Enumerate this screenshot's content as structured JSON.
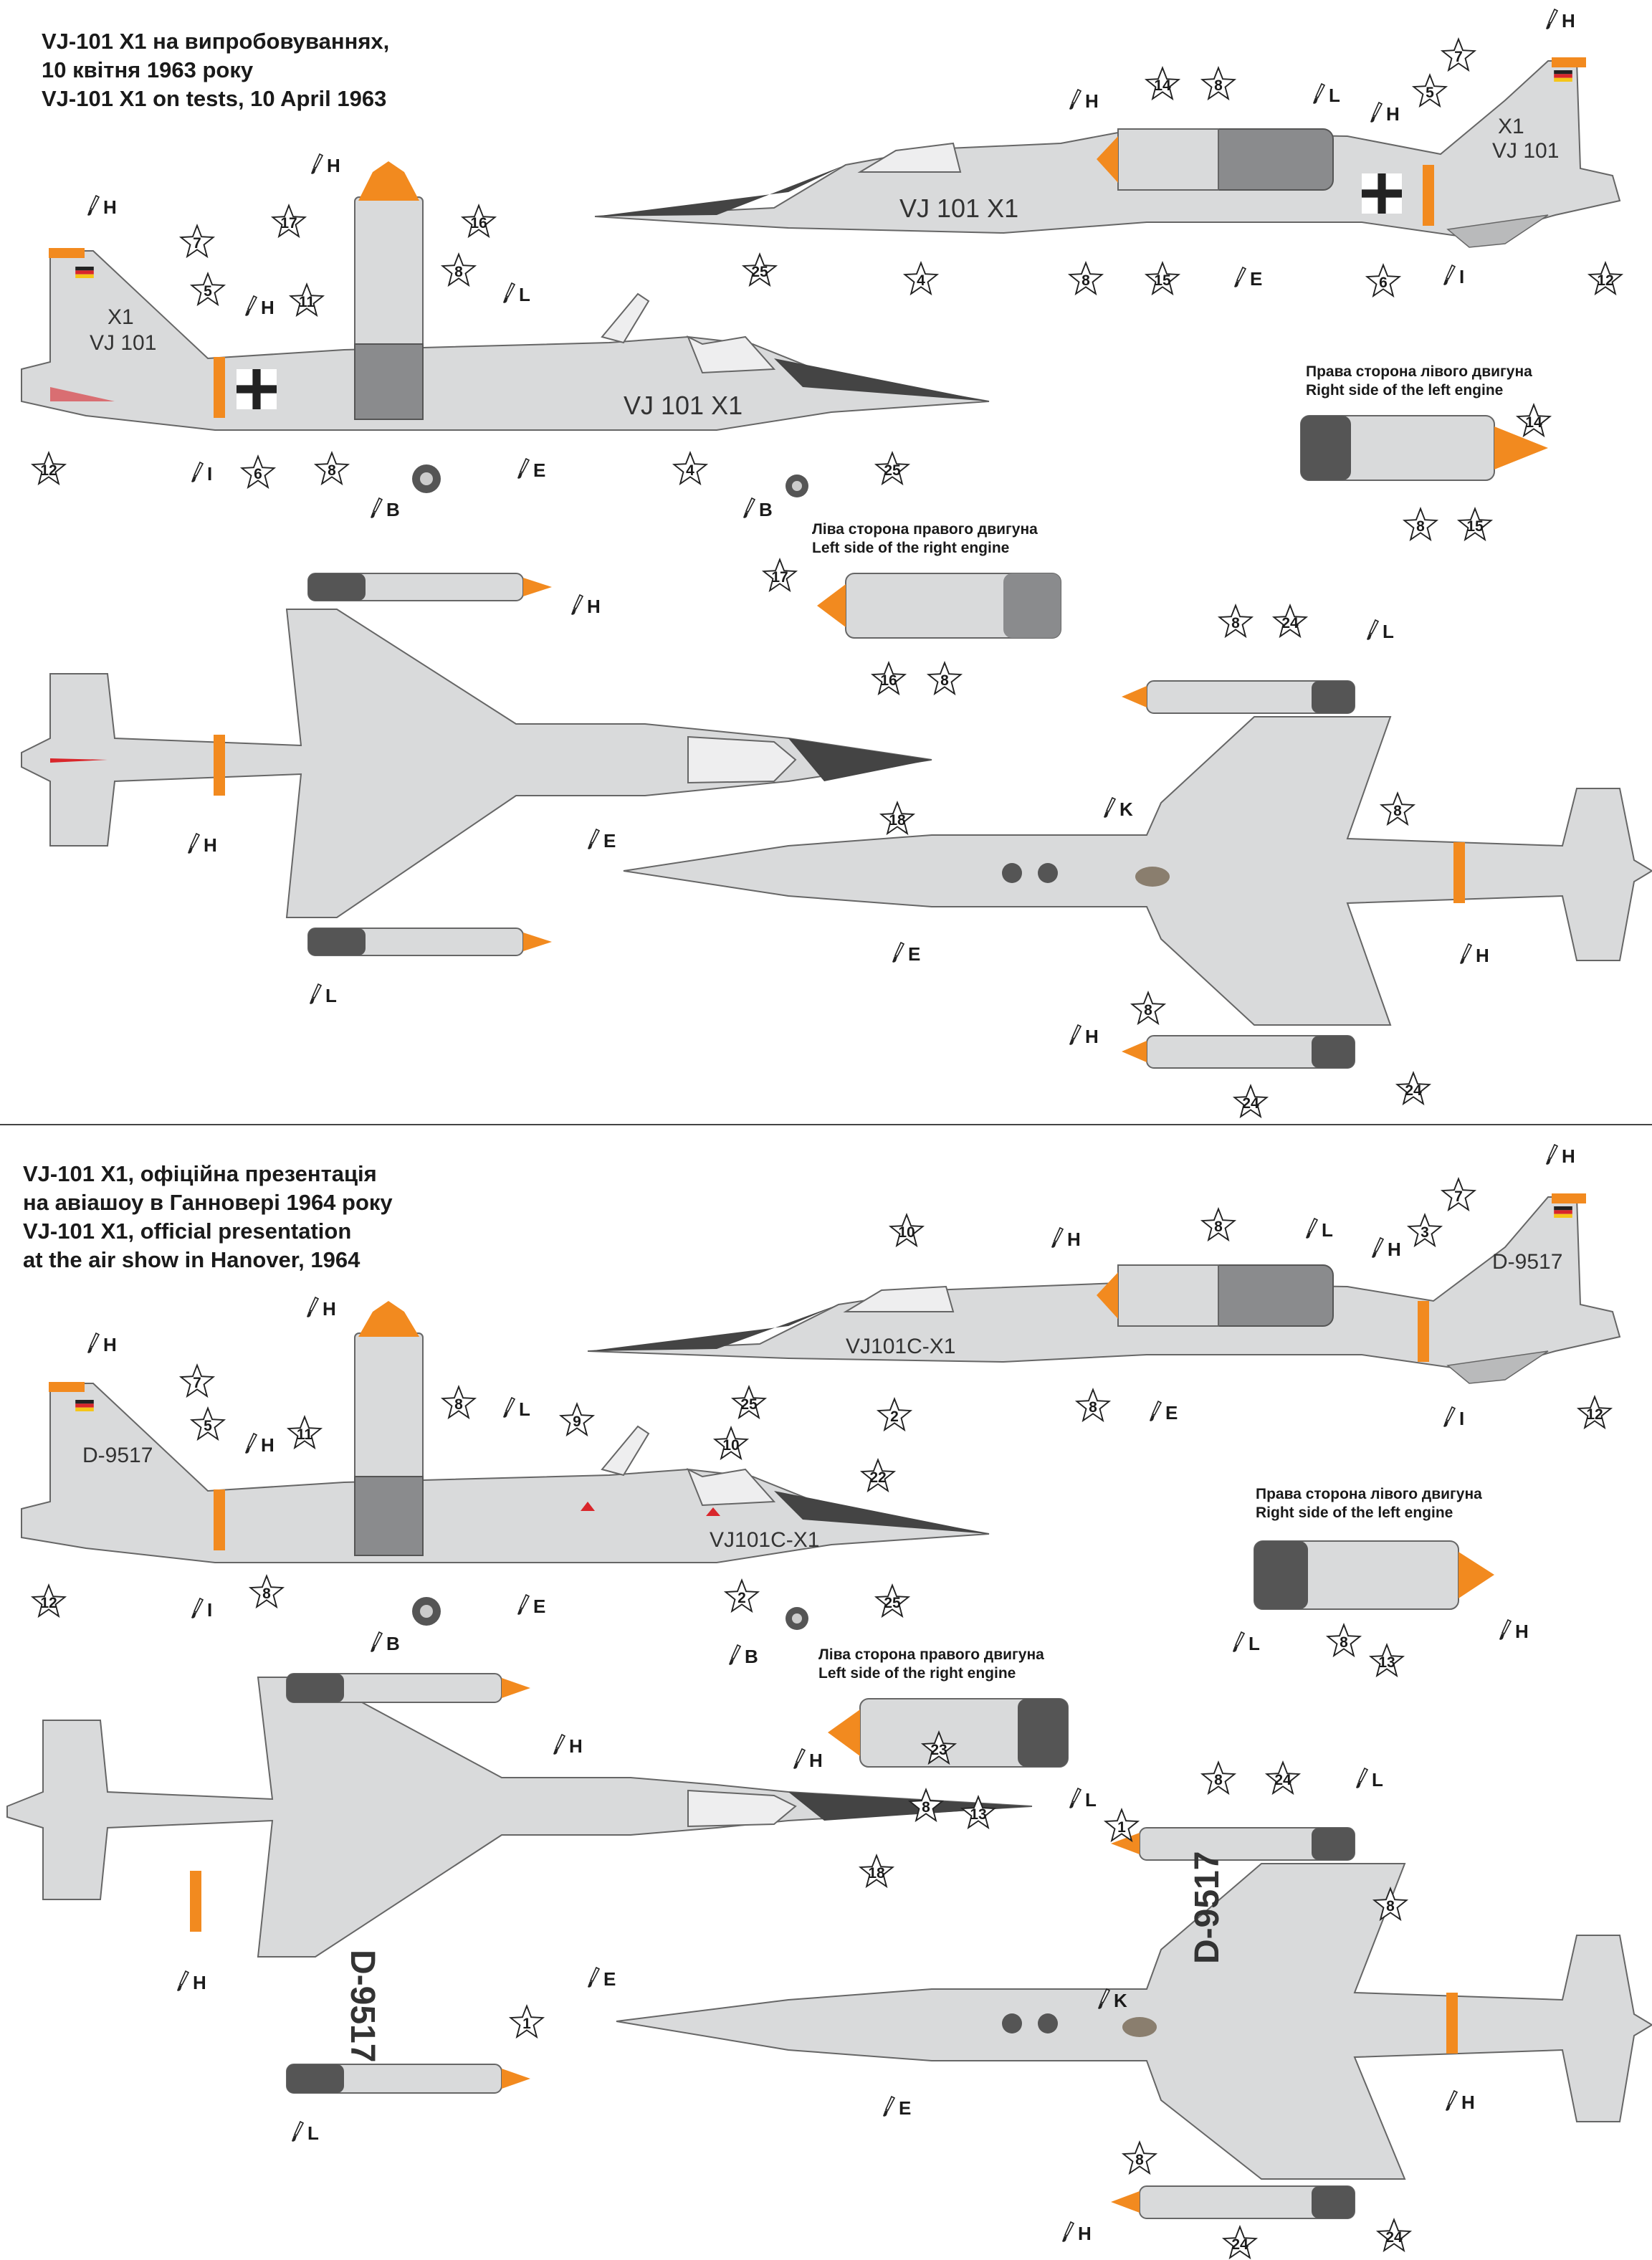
{
  "top": {
    "title_lines": [
      "VJ-101 X1 на випробовуваннях,",
      "10 квітня 1963 року",
      "VJ-101 X1 on tests, 10 April 1963"
    ],
    "right_side_caption": [
      "Права сторона лівого двигуна",
      "Right side of the left engine"
    ],
    "left_side_caption": [
      "Ліва сторона правого двигуна",
      "Left side of the right engine"
    ],
    "fuselage_marking": "VJ 101 X1",
    "tail_marking": [
      "X1",
      "VJ 101"
    ]
  },
  "bottom": {
    "title_lines": [
      "VJ-101 X1, офіційна презентація",
      "на авіашоу в Ганновері 1964 року",
      "VJ-101 X1, official presentation",
      "at the air show in Hanover, 1964"
    ],
    "right_side_caption": [
      "Права сторона лівого двигуна",
      "Right side of the left engine"
    ],
    "left_side_caption": [
      "Ліва сторона правого двигуна",
      "Left side of the right engine"
    ],
    "fuselage_marking": "VJ101C-X1",
    "registration": "D-9517"
  },
  "colors": {
    "grey": "#d9dadb",
    "dark": "#8a8b8d",
    "darker": "#555",
    "orange": "#f28a1f",
    "red": "#d9262b",
    "yellow": "#f5c518",
    "black": "#222"
  },
  "paint_letters": [
    "H",
    "E",
    "I",
    "B",
    "L",
    "K"
  ],
  "callout_numbers": [
    "1",
    "2",
    "3",
    "4",
    "5",
    "6",
    "7",
    "8",
    "9",
    "10",
    "11",
    "12",
    "13",
    "14",
    "15",
    "16",
    "17",
    "18",
    "22",
    "23",
    "24",
    "25"
  ]
}
